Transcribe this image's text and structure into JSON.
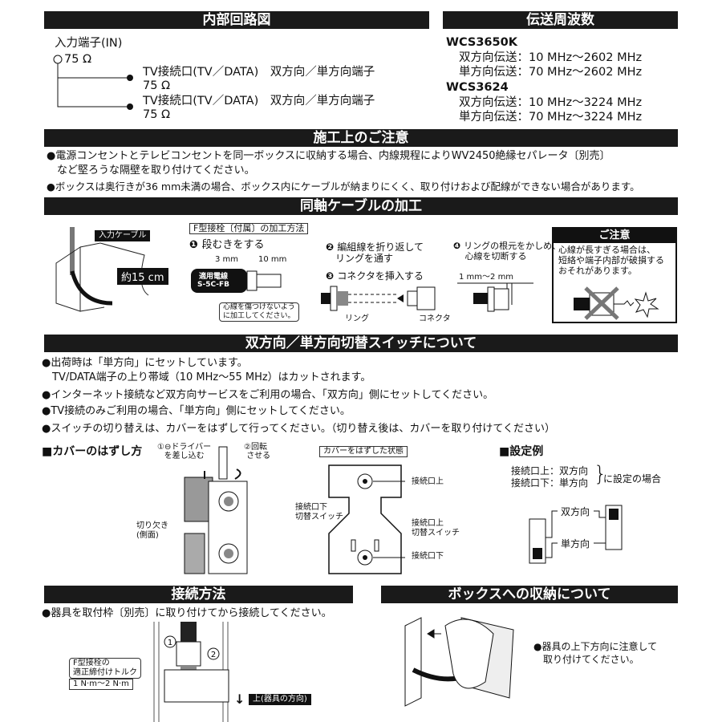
{
  "circuit": {
    "title": "内部回路図",
    "input_label": "入力端子(IN)",
    "input_imp": "75 Ω",
    "outputs": [
      {
        "label": "TV接続口(TV／DATA)　双方向／単方向端子",
        "imp": "75 Ω"
      },
      {
        "label": "TV接続口(TV／DATA)　双方向／単方向端子",
        "imp": "75 Ω"
      }
    ]
  },
  "freq": {
    "title": "伝送周波数",
    "models": [
      {
        "name": "WCS3650K",
        "lines": [
          "双方向伝送：10 MHz〜2602 MHz",
          "単方向伝送：70 MHz〜2602 MHz"
        ]
      },
      {
        "name": "WCS3624",
        "lines": [
          "双方向伝送：10 MHz〜3224 MHz",
          "単方向伝送：70 MHz〜3224 MHz"
        ]
      }
    ]
  },
  "caution": {
    "title": "施工上のご注意",
    "items": [
      "●電源コンセントとテレビコンセントを同一ボックスに収納する場合、内線規程によりWV2450絶縁セパレータ〔別売〕",
      "　など堅ろうな隔壁を取り付けてください。",
      "●ボックスは奥行きが36 mm未満の場合、ボックス内にケーブルが納まりにくく、取り付けおよび配線ができない場合があります。"
    ]
  },
  "cable": {
    "title": "同軸ケーブルの加工",
    "input_cable": "入力ケーブル",
    "length": "約15 cm",
    "method_title": "F型接栓〔付属〕の加工方法",
    "step1": "段むきをする",
    "dim1": "3 mm",
    "dim2": "10 mm",
    "wire_label1": "適用電線",
    "wire_label2": "S-5C-FB",
    "note1": "心線を傷つけないよう",
    "note2": "に加工してください。",
    "step2a": "編組線を折り返して",
    "step2b": "リングを通す",
    "step3": "コネクタを挿入する",
    "ring": "リング",
    "connector": "コネクタ",
    "step4a": "リングの根元をかしめ、",
    "step4b": "心線を切断する",
    "dim3": "1 mm〜2 mm",
    "warn_title": "ご注意",
    "warn_lines": [
      "心線が長すぎる場合は、",
      "短絡や端子内部が破損する",
      "おそれがあります。"
    ]
  },
  "switch": {
    "title": "双方向／単方向切替スイッチについて",
    "items": [
      "●出荷時は「単方向」にセットしています。",
      "　TV/DATA端子の上り帯域（10 MHz〜55 MHz）はカットされます。",
      "●インターネット接続など双方向サービスをご利用の場合、「双方向」側にセットしてください。",
      "●TV接続のみご利用の場合、「単方向」側にセットしてください。",
      "●スイッチの切り替えは、カバーをはずして行ってください。（切り替え後は、カバーを取り付けてください）"
    ],
    "cover_title": "■カバーのはずし方",
    "cover_step1a": "①⊖ドライバー",
    "cover_step1b": "を差し込む",
    "cover_step2a": "②回転",
    "cover_step2b": "させる",
    "notch1": "切り欠き",
    "notch2": "(側面)",
    "removed_title": "カバーをはずした状態",
    "port_up": "接続口上",
    "port_down": "接続口下",
    "sw_down1": "接続口下",
    "sw_down2": "切替スイッチ",
    "sw_up1": "接続口上",
    "sw_up2": "切替スイッチ",
    "example_title": "■設定例",
    "ex_line1": "接続口上：双方向",
    "ex_line2": "接続口下：単方向",
    "ex_suffix": "に設定の場合",
    "bidir": "双方向",
    "unidir": "単方向"
  },
  "connect": {
    "title": "接続方法",
    "item": "●器具を取付枠〔別売〕に取り付けてから接続してください。",
    "torque1": "F型接栓の",
    "torque2": "適正締付けトルク",
    "torque_val": "1 N·m〜2 N·m",
    "up": "上(器具の方向)"
  },
  "box": {
    "title": "ボックスへの収納について",
    "line1": "●器具の上下方向に注意して",
    "line2": "　取り付けてください。"
  }
}
